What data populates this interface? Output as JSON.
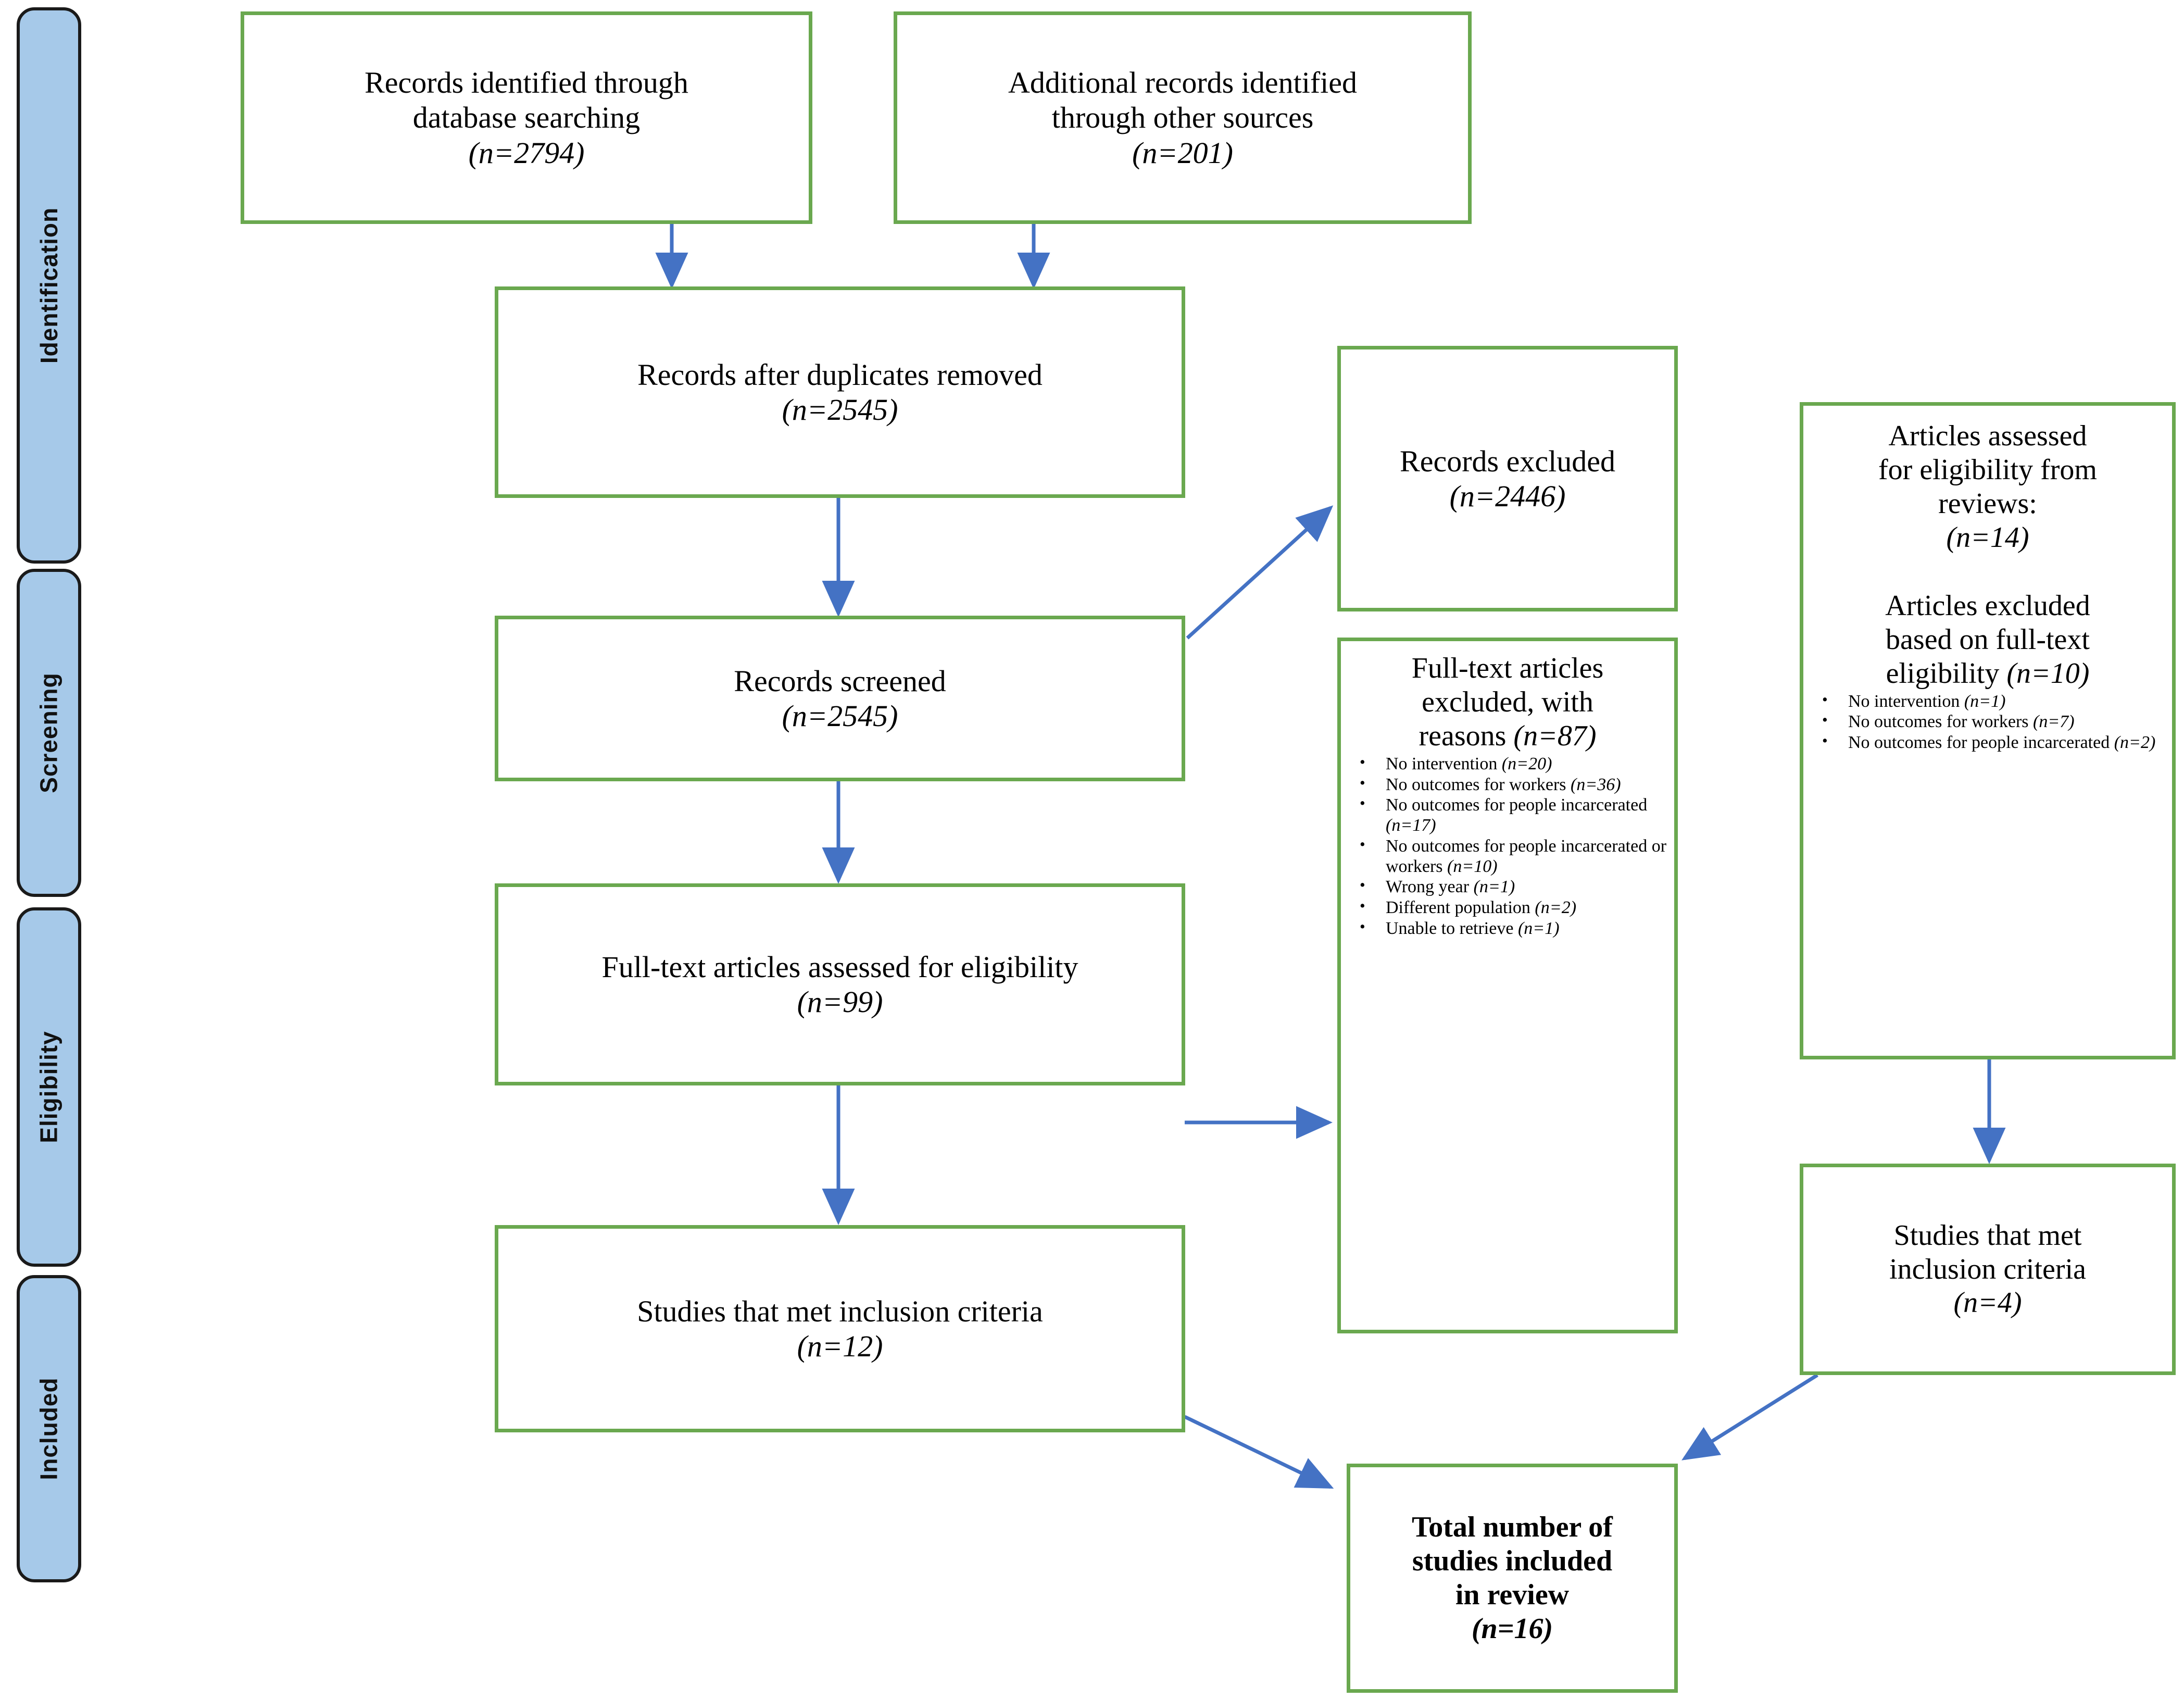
{
  "phases": [
    {
      "label": "Identification"
    },
    {
      "label": "Screening"
    },
    {
      "label": "Eligibility"
    },
    {
      "label": "Included"
    }
  ],
  "colors": {
    "box_border": "#6aa84f",
    "phase_fill": "#a6c9e9",
    "phase_border": "#1a1a1a",
    "arrow": "#4472c4",
    "text": "#000000"
  },
  "boxes": {
    "database_search": {
      "line1": "Records identified through",
      "line2": "database searching",
      "count": "(n=2794)"
    },
    "other_sources": {
      "line1": "Additional records identified",
      "line2": "through other sources",
      "count": "(n=201)"
    },
    "duplicates_removed": {
      "line1": "Records after duplicates removed",
      "count": "(n=2545)"
    },
    "records_screened": {
      "line1": "Records screened",
      "count": "(n=2545)"
    },
    "records_excluded": {
      "line1": "Records excluded",
      "count": "(n=2446)"
    },
    "fulltext_assessed": {
      "line1": "Full-text articles assessed for eligibility",
      "count": "(n=99)"
    },
    "fulltext_excluded": {
      "line1": "Full-text articles",
      "line2": "excluded, with",
      "line3": "reasons",
      "count": "(n=87)",
      "reasons": [
        {
          "text": "No intervention",
          "count": "(n=20)"
        },
        {
          "text": "No outcomes for workers",
          "count": "(n=36)"
        },
        {
          "text": "No outcomes for people incarcerated",
          "count": "(n=17)"
        },
        {
          "text": "No outcomes for people incarcerated or workers",
          "count": "(n=10)"
        },
        {
          "text": "Wrong year",
          "count": "(n=1)"
        },
        {
          "text": "Different population",
          "count": "(n=2)"
        },
        {
          "text": "Unable to retrieve",
          "count": "(n=1)"
        }
      ]
    },
    "studies_met_inclusion_left": {
      "line1": "Studies that met inclusion criteria",
      "count": "(n=12)"
    },
    "reviews_assessed": {
      "line1": "Articles assessed",
      "line2": "for eligibility from",
      "line3": "reviews:",
      "count": "(n=14)",
      "excluded_line1": "Articles excluded",
      "excluded_line2": "based on full-text",
      "excluded_line3": "eligibility",
      "excluded_count": "(n=10)",
      "reasons": [
        {
          "text": "No intervention",
          "count": "(n=1)"
        },
        {
          "text": "No outcomes for workers",
          "count": "(n=7)"
        },
        {
          "text": "No outcomes for people incarcerated",
          "count": "(n=2)"
        }
      ]
    },
    "studies_met_inclusion_right": {
      "line1": "Studies that met",
      "line2": "inclusion criteria",
      "count": "(n=4)"
    },
    "total_included": {
      "line1": "Total number of",
      "line2": "studies included",
      "line3": "in review",
      "count": "(n=16)"
    }
  }
}
